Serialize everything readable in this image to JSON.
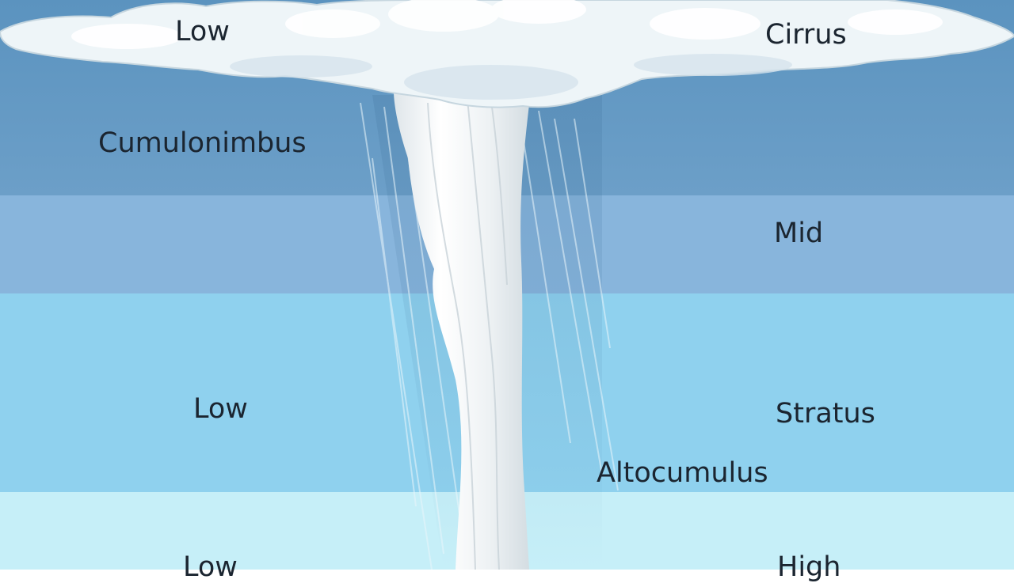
{
  "labels": {
    "low_top": "Low",
    "cirrus": "Cirrus",
    "cumulonimbus": "Cumulonimbus",
    "mid": "Mid",
    "low_middle": "Low",
    "stratus": "Stratus",
    "altocumulus": "Altocumulus",
    "low_bottom": "Low",
    "high": "High"
  },
  "colors": {
    "band_top": "#6299c4",
    "band_second": "#88b5dc",
    "band_third": "#8fd1ee",
    "band_bottom": "#c6eff8",
    "cloud": "#eef5f8",
    "text": "#1b2530"
  }
}
